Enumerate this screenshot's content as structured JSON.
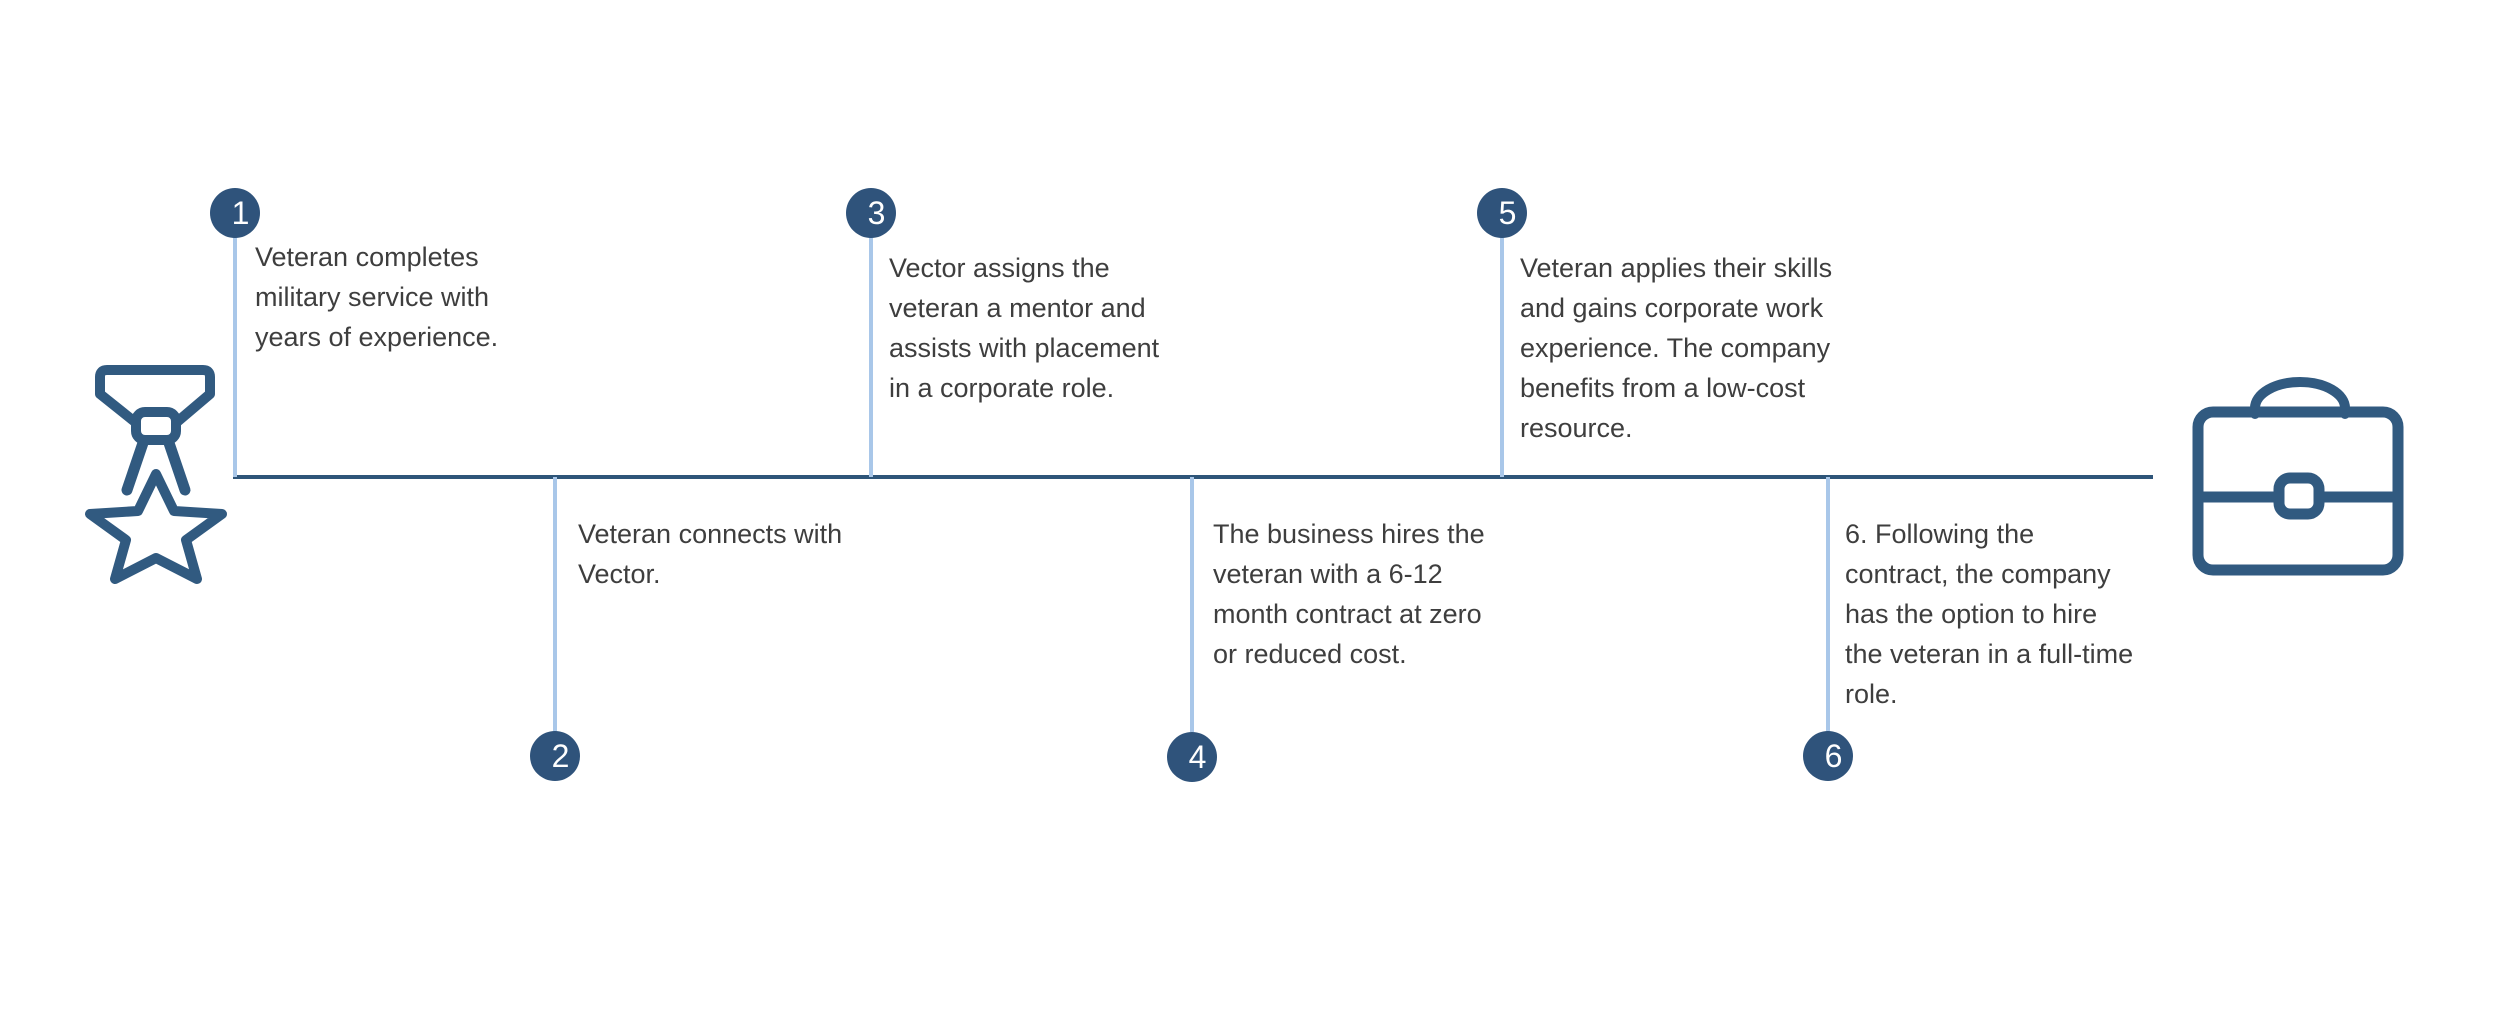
{
  "diagram": {
    "type": "timeline-process",
    "steps": [
      {
        "number": "1",
        "position": "above",
        "text": "Veteran completes\nmilitary service with\nyears of experience."
      },
      {
        "number": "2",
        "position": "below",
        "text": "Veteran connects with\nVector."
      },
      {
        "number": "3",
        "position": "above",
        "text": "Vector assigns the\nveteran a mentor and\nassists with placement\nin a corporate role."
      },
      {
        "number": "4",
        "position": "below",
        "text": "The business hires the\nveteran with a 6-12\nmonth contract at zero\nor reduced cost."
      },
      {
        "number": "5",
        "position": "above",
        "text": "Veteran applies their skills\nand gains corporate work\nexperience. The company\nbenefits from a low-cost\nresource."
      },
      {
        "number": "6",
        "position": "below",
        "text": "6. Following the\ncontract, the company\nhas the option to hire\nthe veteran in a full-time\nrole."
      }
    ],
    "icons": {
      "start": "medal-star-icon",
      "end": "briefcase-icon"
    },
    "colors": {
      "circle": "#2F537B",
      "line": "#2E5579",
      "connector": "#A9C7E9",
      "icon": "#315A80",
      "text": "#3E3E3E",
      "number": "#FFFFFF"
    }
  }
}
